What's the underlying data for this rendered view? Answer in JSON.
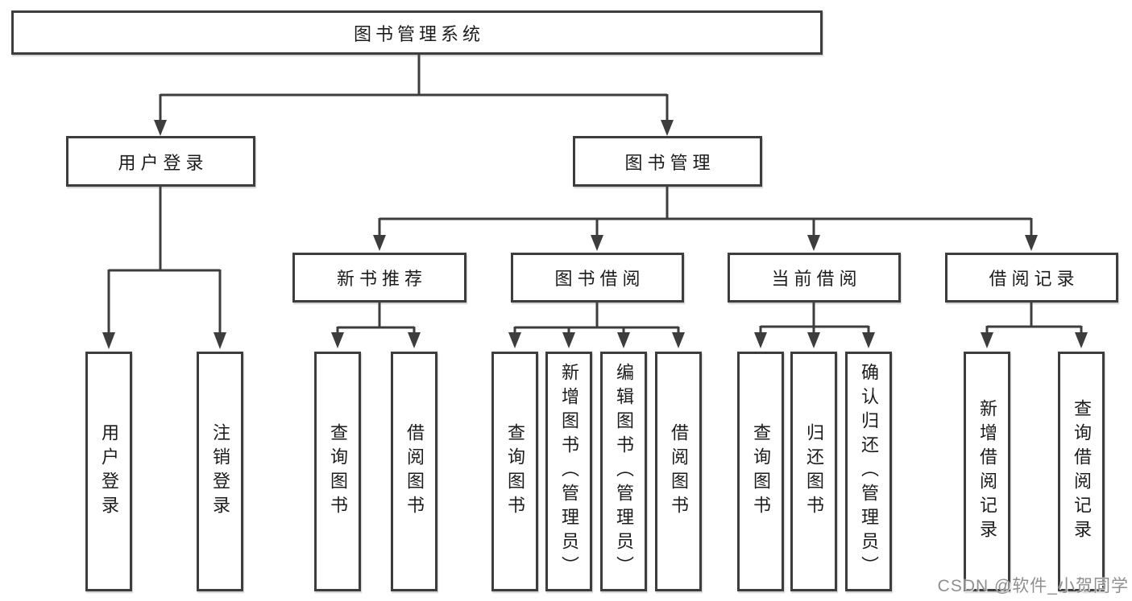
{
  "diagram": {
    "root": {
      "label": "图书管理系统"
    },
    "level2": [
      {
        "label": "用户登录"
      },
      {
        "label": "图书管理"
      }
    ],
    "level3": [
      {
        "label": "新书推荐"
      },
      {
        "label": "图书借阅"
      },
      {
        "label": "当前借阅"
      },
      {
        "label": "借阅记录"
      }
    ],
    "leaves": {
      "login": [
        {
          "label": "用户登录"
        },
        {
          "label": "注销登录"
        }
      ],
      "recommend": [
        {
          "label": "查询图书"
        },
        {
          "label": "借阅图书"
        }
      ],
      "borrow": [
        {
          "label": "查询图书"
        },
        {
          "label": "新增图书（管理员）"
        },
        {
          "label": "编辑图书（管理员）"
        },
        {
          "label": "借阅图书"
        }
      ],
      "current": [
        {
          "label": "查询图书"
        },
        {
          "label": "归还图书"
        },
        {
          "label": "确认归还（管理员）"
        }
      ],
      "records": [
        {
          "label": "新增借阅记录"
        },
        {
          "label": "查询借阅记录"
        }
      ]
    },
    "watermark": "CSDN @软件_小贺同学",
    "colors": {
      "line": "#3d3d3d",
      "text": "#1c1c1c",
      "background": "#ffffff",
      "watermark": "#8f8f8f"
    }
  }
}
